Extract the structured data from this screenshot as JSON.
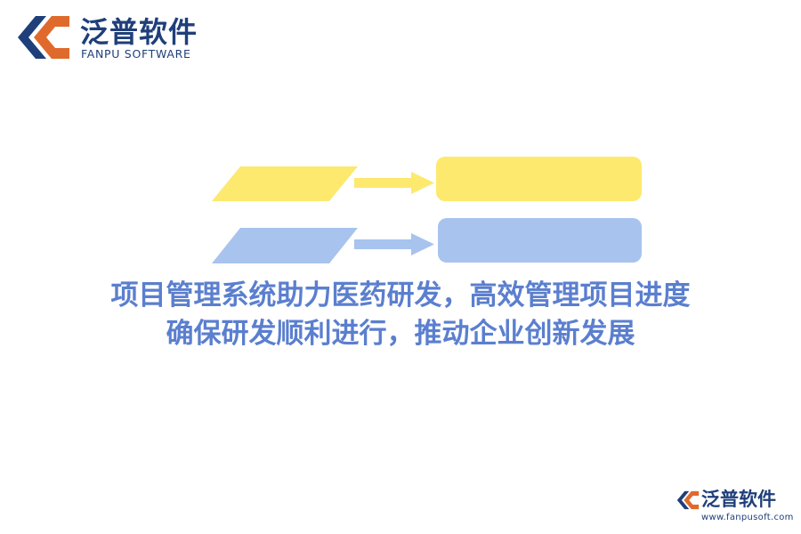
{
  "brand": {
    "name_cn": "泛普软件",
    "name_en": "FANPU SOFTWARE",
    "logo_icon": "fanpu-logo-icon",
    "colors": {
      "navy": "#1f3f7a",
      "orange": "#e06a2b"
    }
  },
  "diagram": {
    "rows": [
      {
        "color": "#fde96e",
        "arrow_color": "#fde96e",
        "label": ""
      },
      {
        "color": "#a7c3ee",
        "arrow_color": "#a7c3ee",
        "label": ""
      }
    ]
  },
  "headline": {
    "line1": "项目管理系统助力医药研发，高效管理项目进度",
    "line2": "确保研发顺利进行，推动企业创新发展",
    "color": "#5b7fcf"
  },
  "footer_brand": {
    "name_cn": "泛普软件",
    "url": "www.fanpusoft.com",
    "logo_icon": "fanpu-logo-icon"
  }
}
